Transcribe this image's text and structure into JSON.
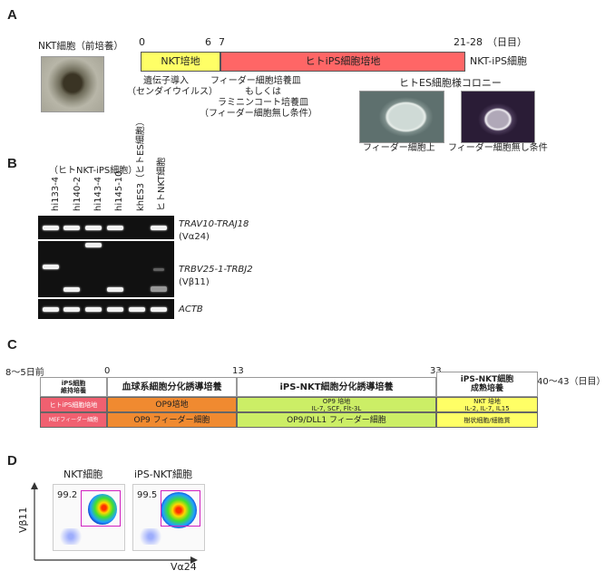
{
  "panelA": {
    "label": "A",
    "nkt_preculture": "NKT細胞（前培養）",
    "ticks": {
      "t0": "0",
      "t6": "6",
      "t7": "7",
      "t2128": "21-28",
      "unit": "（日目）"
    },
    "nkt_medium": "NKT培地",
    "ips_medium": "ヒトiPS細胞培地",
    "result": "NKT-iPS細胞",
    "gene_transfer": [
      "遺伝子導入",
      "（センダイウイルス）"
    ],
    "plate_info": [
      "フィーダー細胞培養皿",
      "もしくは",
      "ラミニンコート培養皿",
      "（フィーダー細胞無し条件）"
    ],
    "colony_title": "ヒトES細胞様コロニー",
    "on_feeder": "フィーダー細胞上",
    "no_feeder": "フィーダー細胞無し条件",
    "colors": {
      "nkt_bar": "#ffff66",
      "ips_bar": "#ff6666"
    }
  },
  "panelB": {
    "label": "B",
    "group_label": "（ヒトNKT-iPS細胞）",
    "lanes": [
      "hi133-4",
      "hi140-2",
      "hi143-4",
      "hi145-10",
      "khES3（ヒトES細胞）",
      "ヒトNKT細胞"
    ],
    "genes": [
      {
        "name": "TRAV10-TRAJ18",
        "sub": "(Vα24)"
      },
      {
        "name": "TRBV25-1-TRBJ2",
        "sub": "(Vβ11)"
      },
      {
        "name": "ACTB",
        "sub": ""
      }
    ]
  },
  "panelC": {
    "label": "C",
    "ticks": {
      "start": "8～5日前",
      "t0": "0",
      "t13": "13",
      "t33": "33",
      "end": "40～43（日目）"
    },
    "headers": [
      "iPS細胞\n維持培養",
      "血球系細胞分化誘導培養",
      "iPS-NKT細胞分化誘導培養",
      "iPS-NKT細胞\n成熟培養"
    ],
    "row1": [
      "ヒトiPS細胞培地",
      "OP9培地",
      "OP9 培地\nIL-7, SCF, Flt-3L",
      "NKT 培地\nIL-2, IL-7, IL15"
    ],
    "row2": [
      "MEFフィーダー細胞",
      "OP9 フィーダー細胞",
      "OP9/DLL1 フィーダー細胞",
      "樹状細胞/細胞質"
    ],
    "colors": {
      "pink": "#f06070",
      "orange": "#f08a30",
      "green": "#ccee66",
      "yellow": "#ffff66"
    }
  },
  "panelD": {
    "label": "D",
    "plot1_title": "NKT細胞",
    "plot2_title": "iPS-NKT細胞",
    "plot1_pct": "99.2",
    "plot2_pct": "99.5",
    "ylabel": "Vβ11",
    "xlabel": "Vα24"
  }
}
